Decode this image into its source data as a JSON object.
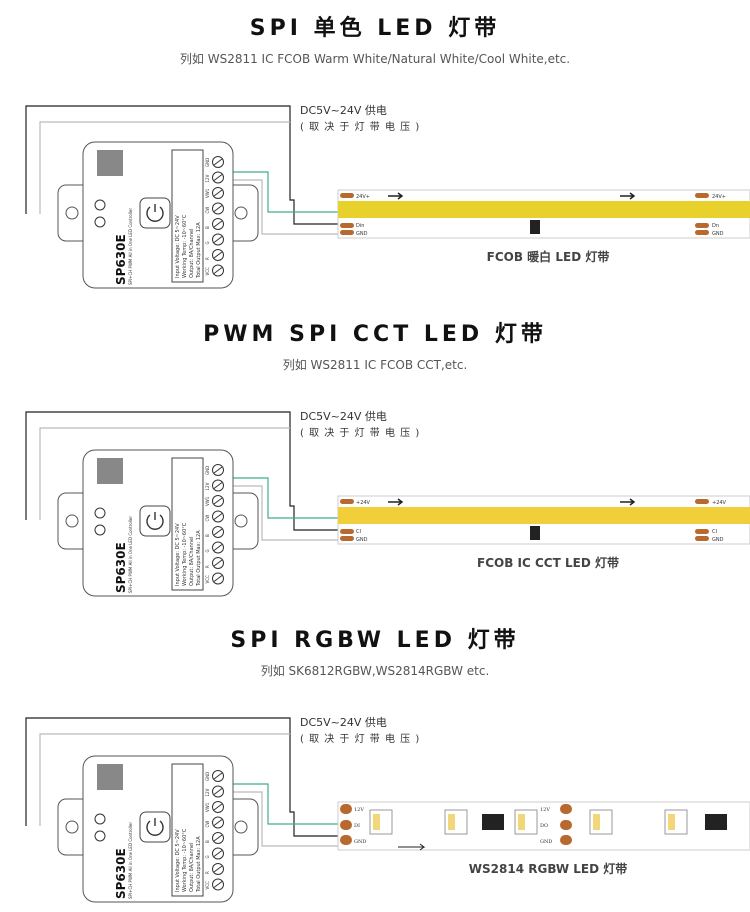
{
  "sections": [
    {
      "title": "SPI 单色 LED 灯带",
      "subtitle": "列如 WS2811 IC FCOB Warm White/Natural White/Cool White,etc.",
      "supply": "DC5V~24V 供电",
      "supply_note": "( 取 决 于 灯 带 电 压 )",
      "strip_label": "FCOB 暖白 LED 灯带",
      "strip_type": "cob",
      "strip_color": "#e8d12a",
      "pins_in": [
        "24V+",
        "Din",
        "GND"
      ],
      "pins_out": [
        "24V+",
        "Dn",
        "GND"
      ]
    },
    {
      "title": "PWM SPI CCT LED 灯带",
      "subtitle": "列如 WS2811 IC FCOB CCT,etc.",
      "supply": "DC5V~24V 供电",
      "supply_note": "( 取 决 于 灯 带 电 压 )",
      "strip_label": "FCOB IC CCT LED 灯带",
      "strip_type": "cob",
      "strip_color": "#f0cf3a",
      "pins_in": [
        "+24V",
        "CI",
        "GND"
      ],
      "pins_out": [
        "+24V",
        "CI",
        "GND"
      ]
    },
    {
      "title": "SPI RGBW LED 灯带",
      "subtitle": "列如 SK6812RGBW,WS2814RGBW etc.",
      "supply": "DC5V~24V 供电",
      "supply_note": "( 取 决 于 灯 带 电 压 )",
      "strip_label": "WS2814 RGBW LED 灯带",
      "strip_type": "rgbw",
      "strip_color": "#ffffff",
      "pins_in": [
        "12V",
        "DI",
        "GND"
      ],
      "pins_out": [
        "12V",
        "DO",
        "GND"
      ]
    }
  ],
  "controller": {
    "model": "SP630E",
    "desc": "SPI+CH PWM All in One LED Controller",
    "spec1": "Input Voltage: DC 5~24V",
    "spec2": "Working Temp: -10~60°C",
    "spec3": "Output: 8A/Channel",
    "spec4": "Total Output Max: 12A",
    "terminals": [
      "GND",
      "12V",
      "VW1",
      "CW",
      "B",
      "G",
      "R",
      "VCC"
    ]
  },
  "colors": {
    "wire_black": "#222222",
    "wire_gray": "#bbbbbb",
    "wire_green": "#3fae8c",
    "pad": "#b8692e"
  }
}
